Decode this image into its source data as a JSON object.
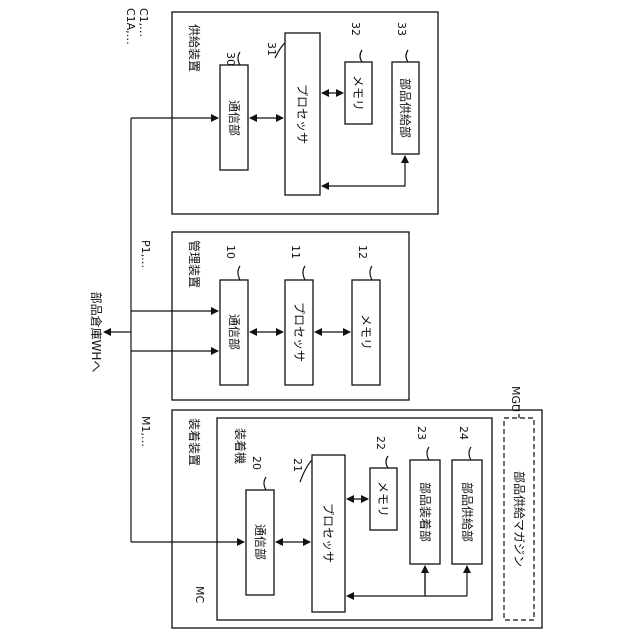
{
  "external": {
    "label": "部品倉庫WHへ"
  },
  "supply": {
    "ref": "C1,…\nC1A,…",
    "title": "供給装置",
    "comm": {
      "num": "30",
      "label": "通信部"
    },
    "proc": {
      "num": "31",
      "label": "プロセッサ"
    },
    "mem": {
      "num": "32",
      "label": "メモリ"
    },
    "feeder": {
      "num": "33",
      "label": "部品供給部"
    }
  },
  "management": {
    "ref": "P1,…",
    "title": "管理装置",
    "comm": {
      "num": "10",
      "label": "通信部"
    },
    "proc": {
      "num": "11",
      "label": "プロセッサ"
    },
    "mem": {
      "num": "12",
      "label": "メモリ"
    }
  },
  "mounting": {
    "ref": "M1,…",
    "title": "装着装置",
    "inner_title": "装着機",
    "mc": "MC",
    "comm": {
      "num": "20",
      "label": "通信部"
    },
    "proc": {
      "num": "21",
      "label": "プロセッサ"
    },
    "mem": {
      "num": "22",
      "label": "メモリ"
    },
    "mount": {
      "num": "23",
      "label": "部品装着部"
    },
    "feeder": {
      "num": "24",
      "label": "部品供給部"
    },
    "magazine": {
      "ref": "MGU",
      "label": "部品供給マガジン"
    }
  }
}
